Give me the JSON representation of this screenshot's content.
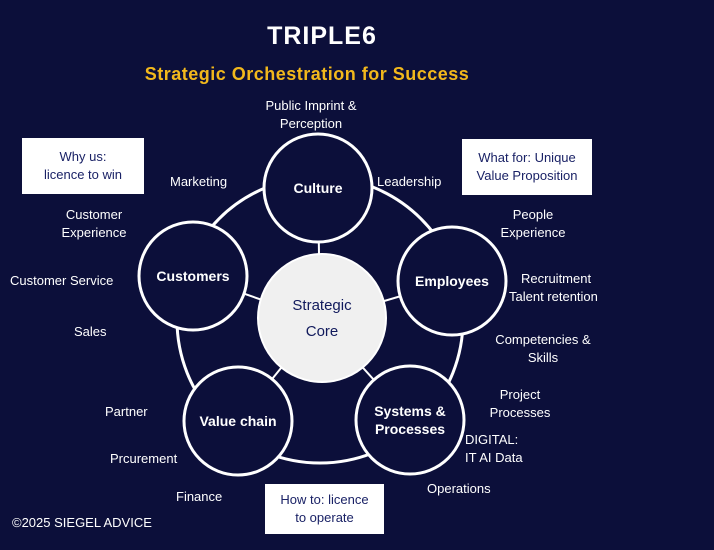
{
  "header": {
    "title": "TRIPLE6",
    "subtitle": "Strategic Orchestration for Success"
  },
  "core": {
    "line1": "Strategic",
    "line2": "Core"
  },
  "nodes": {
    "culture": "Culture",
    "employees": "Employees",
    "systems_line1": "Systems &",
    "systems_line2": "Processes",
    "value_chain": "Value chain",
    "customers": "Customers"
  },
  "labels": {
    "public_imprint_1": "Public Imprint &",
    "public_imprint_2": "Perception",
    "leadership": "Leadership",
    "marketing": "Marketing",
    "people_experience_1": "People",
    "people_experience_2": "Experience",
    "recruitment": "Recruitment",
    "talent_retention": "Talent retention",
    "competencies_1": "Competencies &",
    "competencies_2": "Skills",
    "project_1": "Project",
    "project_2": "Processes",
    "digital_1": "DIGITAL:",
    "digital_2": "IT AI  Data",
    "operations": "Operations",
    "finance": "Finance",
    "procurement": "Prcurement",
    "partner": "Partner",
    "sales": "Sales",
    "customer_service": "Customer Service",
    "customer_experience_1": "Customer",
    "customer_experience_2": "Experience"
  },
  "boxes": {
    "why_us_1": "Why us:",
    "why_us_2": "licence to win",
    "what_for_1": "What for: Unique",
    "what_for_2": "Value Proposition",
    "how_to_1": "How to: licence",
    "how_to_2": "to operate"
  },
  "footer": {
    "copyright": "©2025 SIEGEL ADVICE"
  },
  "colors": {
    "background": "#0c0f3a",
    "accent": "#f2b81c",
    "node_fill": "#0c0f3a",
    "node_stroke": "#ffffff",
    "core_fill": "#f0f0f0"
  }
}
